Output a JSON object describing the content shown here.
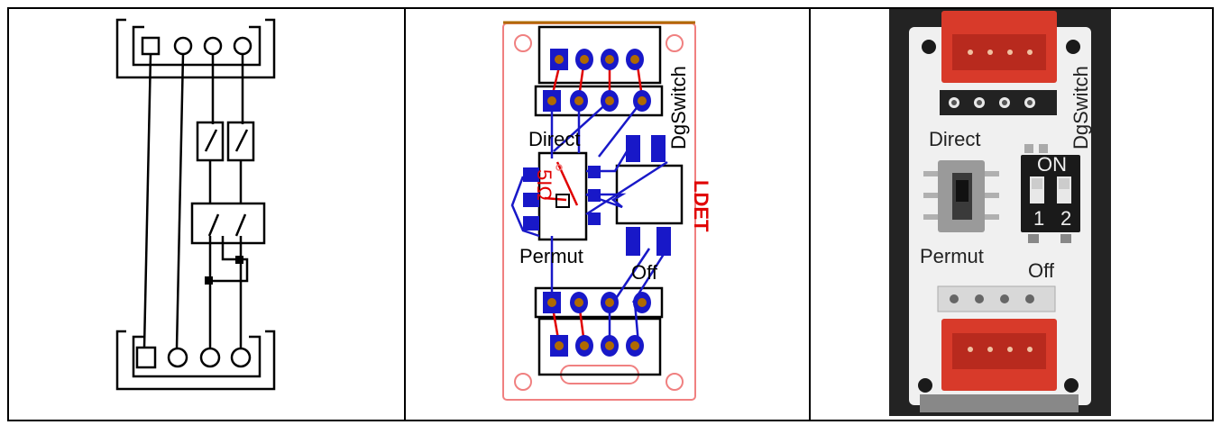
{
  "pcb": {
    "label_direct": "Direct",
    "label_permut": "Permut",
    "label_off": "Off",
    "label_dgswitch": "DgSwitch",
    "label_ldet": "LDET",
    "label_5id": "5IΩ"
  },
  "photo": {
    "label_direct": "Direct",
    "label_permut": "Permut",
    "label_off": "Off",
    "label_dgswitch": "DgSwitch",
    "label_on": "ON",
    "label_1": "1",
    "label_2": "2"
  },
  "colors": {
    "board_outline": "#f08080",
    "copper_top": "#e00000",
    "copper_bottom": "#1010d0",
    "pad": "#c06000",
    "photo_bg": "#232323",
    "photo_board": "#f0f0f0",
    "connector_red": "#d83a2a"
  }
}
